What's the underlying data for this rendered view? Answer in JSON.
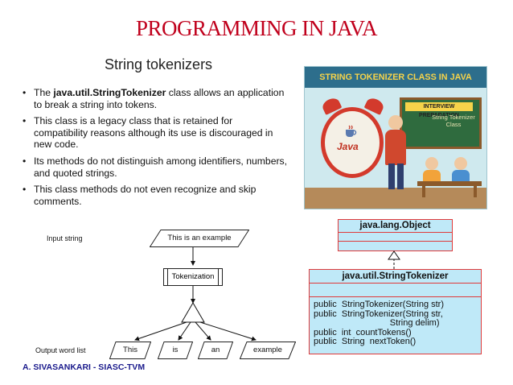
{
  "slide": {
    "title": "PROGRAMMING IN JAVA",
    "subtitle": "String tokenizers",
    "bullets": [
      {
        "pre": "The ",
        "bold": "java.util.StringTokenizer",
        "post": " class allows an application to break a string into tokens."
      },
      {
        "pre": "This class is a legacy class that is retained for compatibility reasons although its use is discouraged in new code.",
        "bold": "",
        "post": ""
      },
      {
        "pre": "Its methods do not distinguish among identifiers, numbers, and quoted strings.",
        "bold": "",
        "post": ""
      },
      {
        "pre": "This class methods do not even recognize and skip comments.",
        "bold": "",
        "post": ""
      }
    ],
    "footer": "A. SIVASANKARI - SIASC-TVM"
  },
  "poster": {
    "title": "STRING TOKENIZER CLASS IN JAVA",
    "board_heading": "INTERVIEW PREPARATION",
    "board_text": "String Tokenizer Class",
    "clock_label": "Java"
  },
  "uml": {
    "parent_class": "java.lang.Object",
    "child_class": "java.util.StringTokenizer",
    "methods": [
      "public  StringTokenizer(String str)",
      "public  StringTokenizer(String str,",
      "                               String delim)",
      "public  int  countTokens()",
      "public  String  nextToken()"
    ]
  },
  "flowchart": {
    "input_label": "Input string",
    "input_value": "This is an example",
    "process": "Tokenization",
    "output_label": "Output word list",
    "tokens": [
      "This",
      "is",
      "an",
      "example"
    ]
  }
}
